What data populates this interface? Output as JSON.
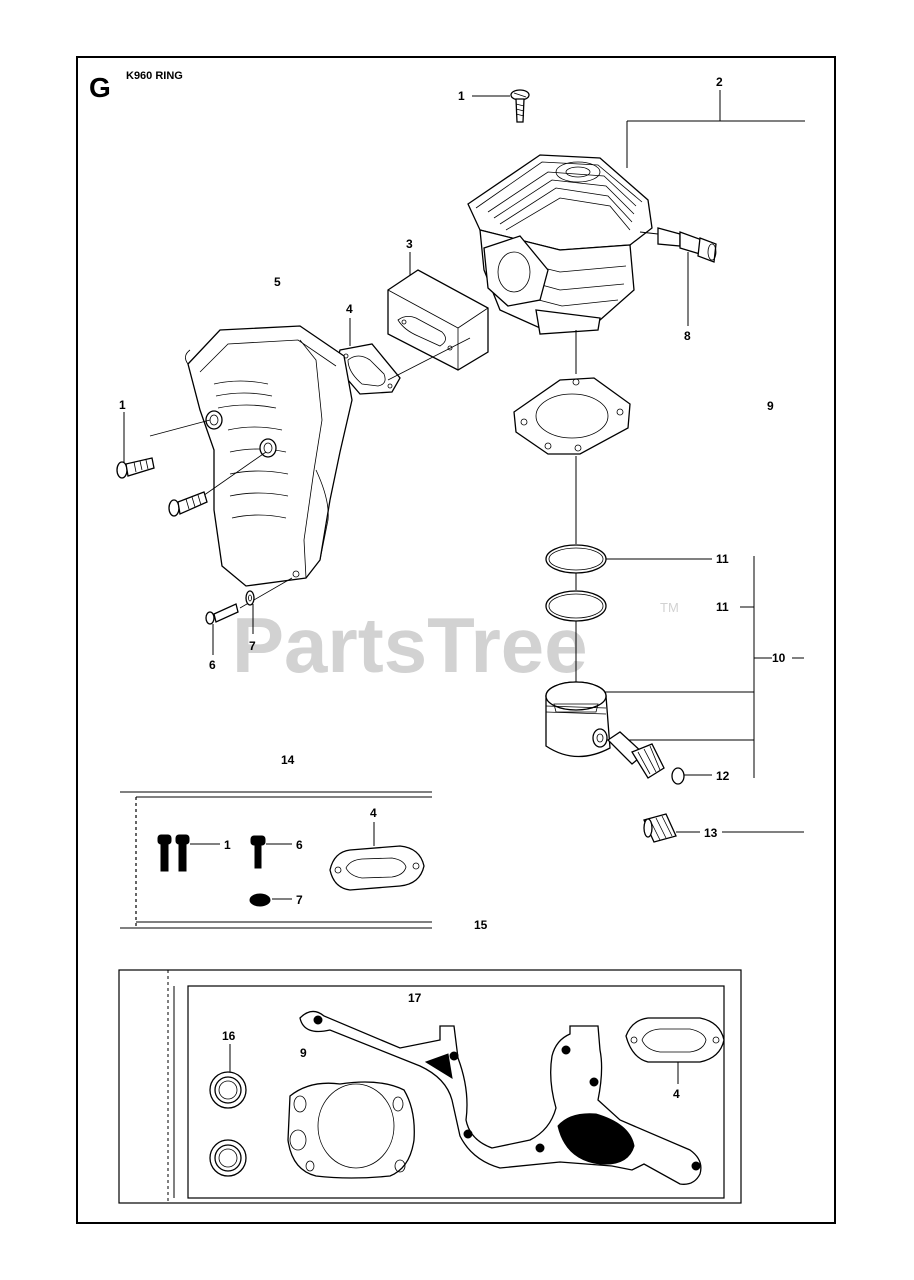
{
  "header": {
    "section_letter": "G",
    "model_title": "K960 RING"
  },
  "watermark": {
    "text": "PartsTree",
    "trademark": "TM"
  },
  "callouts": {
    "screw_top": "1",
    "cylinder": "2",
    "intake_block": "3",
    "flange_gasket": "4",
    "muffler": "5",
    "decomp_valve": "8",
    "cylinder_gasket": "9",
    "piston_ring_upper": "11",
    "piston_ring_lower": "11",
    "piston_kit": "10",
    "piston_circlip": "12",
    "needle_bearing": "13",
    "muffler_screw": "1",
    "bottom_screw": "6",
    "bottom_washer": "7",
    "screw_kit": "14",
    "kit_gasket": "4",
    "kit_screw": "1",
    "kit_bolt": "6",
    "kit_washer": "7",
    "gasket_kit": "15",
    "gasket_set": "17",
    "set_cylinder_gasket": "9",
    "seal_rings": "16",
    "set_flange_gasket": "4"
  }
}
